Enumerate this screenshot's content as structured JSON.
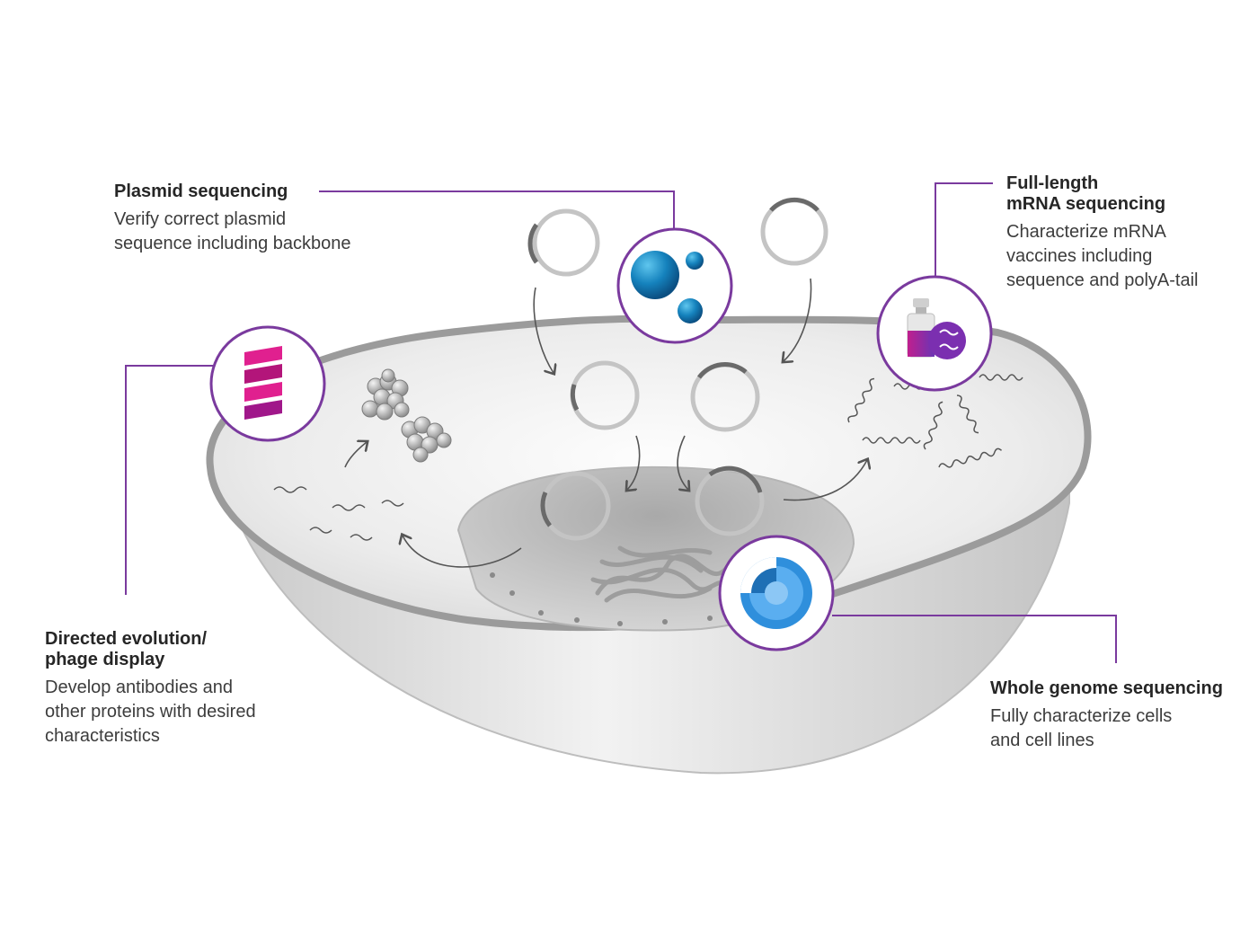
{
  "colors": {
    "accent_purple": "#7a3a9e",
    "cell_gray": "#d6d6d6",
    "membrane_gray": "#9a9a9a",
    "bead_blue": "#1a86bf",
    "helix_magenta": "#d6187f",
    "nucleus_blue": "#2f8fdc"
  },
  "callouts": {
    "plasmid": {
      "title": "Plasmid sequencing",
      "desc_lines": [
        "Verify correct plasmid",
        "sequence including backbone"
      ],
      "icon": "beads-icon"
    },
    "mrna": {
      "title_lines": [
        "Full-length",
        "mRNA sequencing"
      ],
      "desc_lines": [
        "Characterize mRNA",
        "vaccines including",
        "sequence and polyA-tail"
      ],
      "icon": "vial-icon"
    },
    "directed": {
      "title_lines": [
        "Directed evolution/",
        "phage display"
      ],
      "desc_lines": [
        "Develop antibodies and",
        "other proteins with desired",
        "characteristics"
      ],
      "icon": "helix-icon"
    },
    "genome": {
      "title": "Whole genome sequencing",
      "desc_lines": [
        "Fully characterize cells",
        "and cell lines"
      ],
      "icon": "nucleus-icon"
    }
  }
}
